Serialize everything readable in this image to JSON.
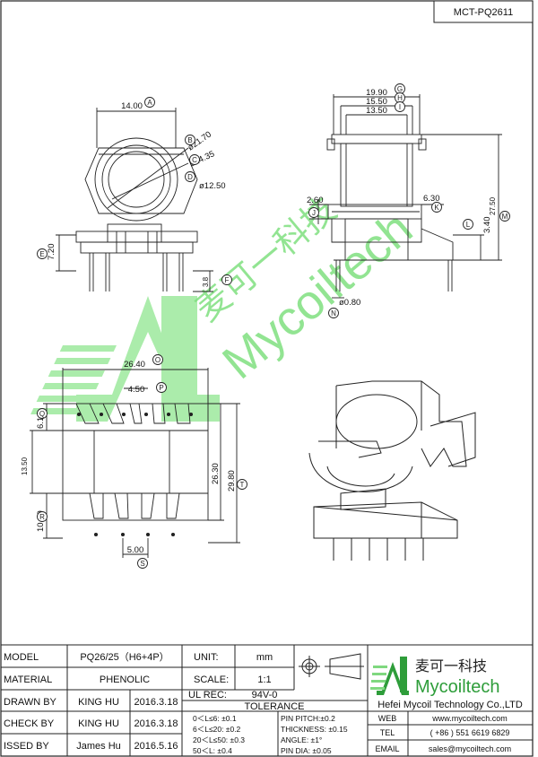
{
  "drawing_no": "MCT-PQ2611",
  "watermark": {
    "chinese": "麦可一科技",
    "latin": "Mycoiltech"
  },
  "dimensions": {
    "top_view": {
      "width": "14.00",
      "dia_outer": "ø21.70",
      "dia_mid": "ø14.35",
      "dia_inner": "ø12.50",
      "height": "7.20",
      "pin_len": "3.8"
    },
    "side_view": {
      "total_w": "19.90",
      "mid_w": "15.50",
      "inner_w": "13.50",
      "flange": "2.60",
      "flange_r": "6.30",
      "base_h": "3.40",
      "height": "27.50",
      "pin_dia": "ø0.80"
    },
    "bottom_view": {
      "width": "26.40",
      "pitch": "4.50",
      "top_margin": "6.10",
      "body_h": "13.50",
      "bot_margin": "10.20",
      "inner_h": "26.30",
      "total_h": "29.80",
      "bot_pitch": "5.00"
    }
  },
  "circle_labels": [
    "A",
    "B",
    "C",
    "D",
    "E",
    "F",
    "G",
    "H",
    "I",
    "J",
    "K",
    "L",
    "M",
    "N",
    "O",
    "P",
    "Q",
    "R",
    "S",
    "T"
  ],
  "title_block": {
    "model_label": "MODEL",
    "model_value": "PQ26/25（H6+4P）",
    "unit_label": "UNIT:",
    "unit_value": "mm",
    "material_label": "MATERIAL",
    "material_value": "PHENOLIC",
    "scale_label": "SCALE:",
    "scale_value": "1:1",
    "drawn_label": "DRAWN BY",
    "drawn_name": "KING HU",
    "drawn_date": "2016.3.18",
    "ulrec_label": "UL REC:",
    "ulrec_value": "94V-0",
    "tolerance_label": "TOLERANCE",
    "check_label": "CHECK BY",
    "check_name": "KING HU",
    "check_date": "2016.3.18",
    "issued_label": "ISSED BY",
    "issued_name": "James Hu",
    "issued_date": "2016.5.16",
    "tol_1": "0＜L≤6: ±0.1",
    "tol_2": "6＜L≤20: ±0.2",
    "tol_3": "20＜L≤50: ±0.3",
    "tol_4": "50＜L: ±0.4",
    "tol_pitch": "PIN PITCH:±0.2",
    "tol_thick": "THICKNESS: ±0.15",
    "tol_angle": "ANGLE: ±1°",
    "tol_pindia": "PIN DIA: ±0.05"
  },
  "company": {
    "cn_name": "麦可一科技",
    "name_en": "Mycoiltech",
    "full_name": "Hefei Mycoil Technology Co.,LTD",
    "web_label": "WEB",
    "web": "www.mycoiltech.com",
    "tel_label": "TEL",
    "tel": "( +86 ) 551 6619 6829",
    "email_label": "EMAIL",
    "email": "sales@mycoiltech.com"
  },
  "colors": {
    "watermark": "#7fe07f",
    "logo_green": "#2e9d3a",
    "line": "#222222"
  }
}
